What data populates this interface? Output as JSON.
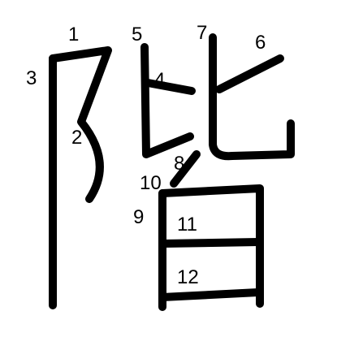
{
  "diagram": {
    "character": "階",
    "stroke_color": "#000000",
    "background_color": "#ffffff",
    "stroke_numbers": [
      "1",
      "2",
      "3",
      "4",
      "5",
      "6",
      "7",
      "8",
      "9",
      "10",
      "11",
      "12"
    ]
  }
}
